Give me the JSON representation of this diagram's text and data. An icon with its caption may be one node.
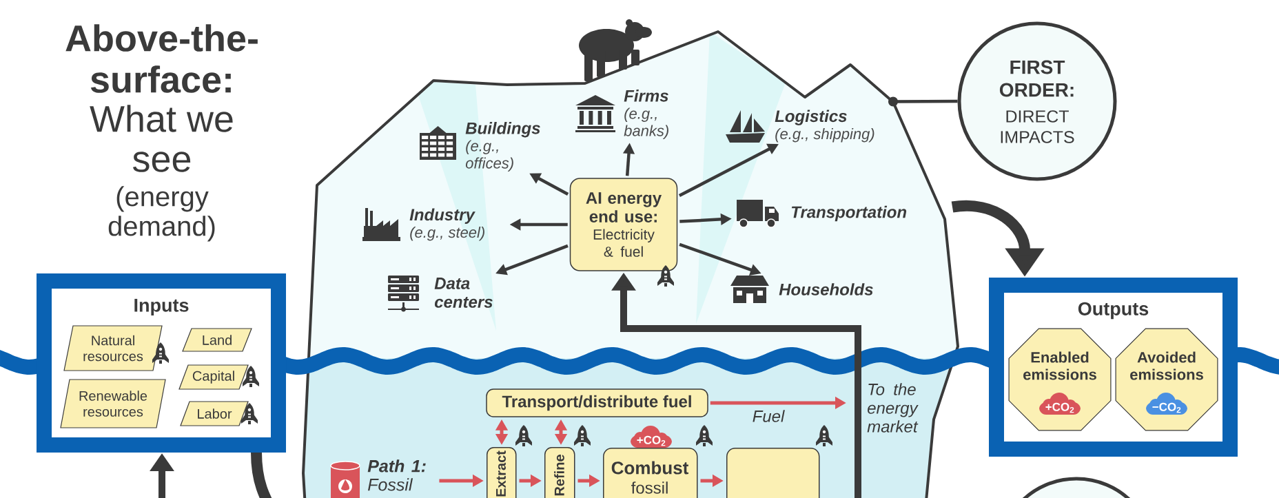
{
  "diagram": {
    "nodes": [
      {
        "text": [],
        "shape": "iceberg"
      },
      {
        "text": [
          "FIRST ORDER:",
          "DIRECT IMPACTS"
        ]
      },
      {
        "text": [
          "Firms",
          "(e.g., banks)"
        ],
        "in": 0
      },
      {
        "text": [
          "Buildings",
          "(e.g., offices)"
        ],
        "in": 0
      },
      {
        "text": [
          "Logistics",
          "(e.g., shipping)"
        ],
        "in": 0
      },
      {
        "text": [
          "AI energy end use:",
          "Electricity & fuel"
        ],
        "in": 0
      },
      {
        "text": [
          "Industry",
          "(e.g., steel)"
        ],
        "in": 0
      },
      {
        "text": [
          "Transportation"
        ],
        "in": 0
      },
      {
        "text": [
          "Data centers"
        ],
        "in": 0
      },
      {
        "text": [
          "Households"
        ],
        "in": 0
      },
      {
        "text": [
          "Inputs"
        ]
      },
      {
        "text": [
          "Natural resources"
        ],
        "in": 10
      },
      {
        "text": [
          "Land"
        ],
        "in": 10
      },
      {
        "text": [
          "Capital"
        ],
        "in": 10
      },
      {
        "text": [
          "Renewable resources"
        ],
        "in": 10
      },
      {
        "text": [
          "Labor"
        ],
        "in": 10
      },
      {
        "text": [
          "Outputs"
        ]
      },
      {
        "text": [
          "Enabled emissions",
          "+CO$_{2}$"
        ],
        "in": 16
      },
      {
        "text": [
          "Avoided emissions",
          "−CO$_{2}$"
        ],
        "in": 16
      },
      {
        "text": [
          "Transport/distribute fuel"
        ],
        "in": 0
      },
      {
        "text": [
          "To the energy market"
        ],
        "in": 0
      },
      {
        "text": [
          "**Path 1:** Fossil"
        ],
        "in": 0
      },
      {
        "text": [
          "Extract"
        ],
        "in": 0
      },
      {
        "text": [
          "Refine"
        ],
        "in": 0
      },
      {
        "text": [
          "Combust",
          "fossil"
        ],
        "in": 0,
        "beside": [
          "+CO$_{2}$"
        ]
      },
      {
        "text": [],
        "shape": "box",
        "in": 0
      },
      {
        "text": [],
        "shape": "circle"
      }
    ],
    "edges": [
      {
        "from": 5,
        "to": 2,
        "arrow": "to"
      },
      {
        "from": 5,
        "to": 3,
        "arrow": "to"
      },
      {
        "from": 5,
        "to": 4,
        "arrow": "to"
      },
      {
        "from": 5,
        "to": 6,
        "arrow": "to"
      },
      {
        "from": 5,
        "to": 7,
        "arrow": "to"
      },
      {
        "from": 5,
        "to": 8,
        "arrow": "to"
      },
      {
        "from": 5,
        "to": 9,
        "arrow": "to"
      },
      {
        "from": 0,
        "to": 16,
        "arrow": "to",
        "style": "thick"
      },
      {
        "from": null,
        "to": 5,
        "arrow": "to",
        "style": "thick"
      },
      {
        "from": 1,
        "to": 0,
        "arrow": "other"
      },
      {
        "from": null,
        "to": 10,
        "arrow": "to",
        "style": "thick"
      },
      {
        "from": 10,
        "to": null,
        "arrow": "none",
        "style": "thick"
      },
      {
        "from": 19,
        "to": 20,
        "arrow": "to",
        "label": "Fuel",
        "color": "#d9545a"
      },
      {
        "from": 19,
        "to": 22,
        "arrow": "both",
        "color": "#d9545a"
      },
      {
        "from": 19,
        "to": 23,
        "arrow": "both",
        "color": "#d9545a"
      },
      {
        "from": 21,
        "to": 22,
        "arrow": "to",
        "color": "#d9545a"
      },
      {
        "from": 22,
        "to": 23,
        "arrow": "to",
        "color": "#d9545a"
      },
      {
        "from": 23,
        "to": 24,
        "arrow": "to",
        "color": "#d9545a"
      },
      {
        "from": 24,
        "to": 25,
        "arrow": "to",
        "color": "#d9545a"
      }
    ],
    "labels": [
      "Above-the-surface:",
      "What we see",
      "(energy demand)"
    ]
  }
}
